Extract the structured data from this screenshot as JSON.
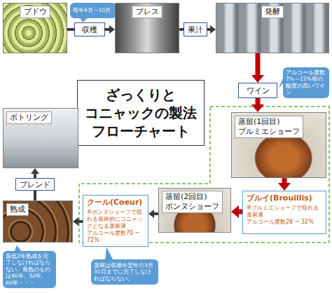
{
  "diagram": {
    "title": "ざっくりと コニャックの製法 フローチャート",
    "nodes": [
      {
        "text": [
          "ブドウ"
        ]
      },
      {
        "text": [
          "収穫"
        ]
      },
      {
        "text": [
          "毎年9月～10月"
        ]
      },
      {
        "text": [
          "プレス"
        ]
      },
      {
        "text": [
          "果汁"
        ]
      },
      {
        "text": [
          "発酵"
        ]
      },
      {
        "text": [
          "ワイン"
        ]
      },
      {
        "text": [
          "アルコール度数7%～12%程の酸度の高いワイン"
        ]
      },
      {
        "text": [
          "蒸留(1回目)",
          "ブルミエショーフ"
        ]
      },
      {
        "text": [
          "ブルイ(Brouillis)",
          "※ブルミエショーフで取れる蒸留液",
          "アルコール度数28 ~ 32%"
        ]
      },
      {
        "text": [
          "蒸留(2回目)",
          "ボンヌショーフ"
        ]
      },
      {
        "text": [
          "クール(Coeur)",
          "※ボンヌショーフで取れる最終的にコニャックとなる蒸留液",
          "アルコール度数70 ~ 72%"
        ]
      },
      {
        "text": [
          "蒸留は収穫年翌年の3月31日までに完了しなければならない。"
        ]
      },
      {
        "text": [
          "熟成"
        ]
      },
      {
        "text": [
          "最低2年熟成を完了しなければならない。長熟のものは40年、50年、60年・・・"
        ]
      },
      {
        "text": [
          "ブレンド"
        ]
      },
      {
        "text": [
          "ボトリング"
        ]
      }
    ],
    "edges": [
      {
        "from": 0,
        "to": 1,
        "arrow": "none"
      },
      {
        "from": 1,
        "to": 3,
        "arrow": "to"
      },
      {
        "from": 3,
        "to": 4,
        "arrow": "none"
      },
      {
        "from": 4,
        "to": 5,
        "arrow": "to"
      },
      {
        "from": 5,
        "to": 6,
        "arrow": "to"
      },
      {
        "from": 6,
        "to": 8,
        "arrow": "to"
      },
      {
        "from": 8,
        "to": 9,
        "arrow": "to"
      },
      {
        "from": 9,
        "to": 10,
        "arrow": "to"
      },
      {
        "from": 10,
        "to": 11,
        "arrow": "to"
      },
      {
        "from": 11,
        "to": 13,
        "arrow": "to"
      },
      {
        "from": 13,
        "to": 15,
        "arrow": "none"
      },
      {
        "from": 15,
        "to": 16,
        "arrow": "to"
      }
    ]
  }
}
